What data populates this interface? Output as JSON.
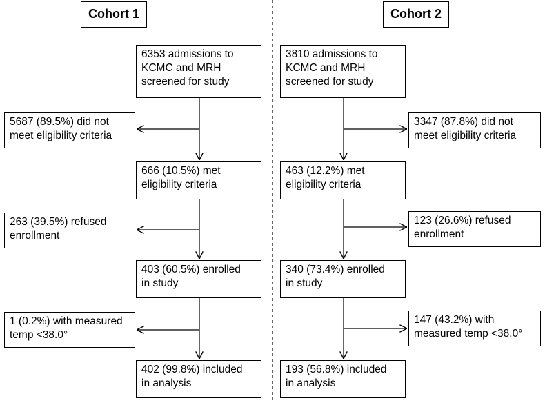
{
  "cohort1": {
    "header": "Cohort 1",
    "screened": [
      "6353 admissions to",
      "KCMC and MRH",
      "screened for study"
    ],
    "not_eligible": [
      "5687 (89.5%) did not",
      "meet eligibility criteria"
    ],
    "eligible": [
      "666 (10.5%) met",
      "eligibility criteria"
    ],
    "refused": [
      "263 (39.5%) refused",
      "enrollment"
    ],
    "enrolled": [
      "403 (60.5%) enrolled",
      "in study"
    ],
    "excluded_temp": [
      "1 (0.2%) with measured",
      "temp <38.0°"
    ],
    "included": [
      "402 (99.8%) included",
      "in analysis"
    ]
  },
  "cohort2": {
    "header": "Cohort 2",
    "screened": [
      "3810 admissions to",
      "KCMC and MRH",
      "screened for study"
    ],
    "not_eligible": [
      "3347 (87.8%) did not",
      "meet eligibility criteria"
    ],
    "eligible": [
      "463 (12.2%) met",
      "eligibility criteria"
    ],
    "refused": [
      "123 (26.6%) refused",
      "enrollment"
    ],
    "enrolled": [
      "340 (73.4%) enrolled",
      "in study"
    ],
    "excluded_temp": [
      "147 (43.2%) with",
      "measured temp <38.0°"
    ],
    "included": [
      "193 (56.8%) included",
      "in analysis"
    ]
  }
}
